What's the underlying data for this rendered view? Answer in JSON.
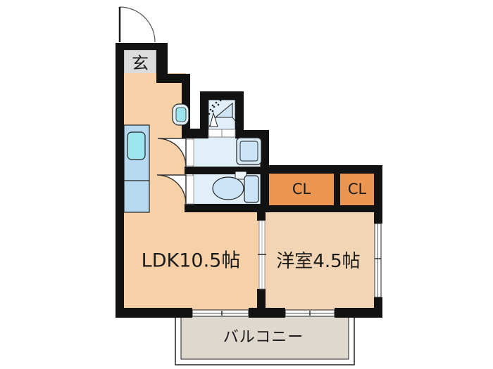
{
  "floorplan": {
    "entrance": {
      "label": "玄"
    },
    "ldk": {
      "label": "LDK10.5帖"
    },
    "western_room": {
      "label": "洋室4.5帖"
    },
    "closet_left": {
      "label": "CL"
    },
    "closet_right": {
      "label": "CL"
    },
    "balcony": {
      "label": "バルコニー"
    },
    "colors": {
      "wall": "#121212",
      "ldk_fill": "#f6d0a7",
      "western_room_fill": "#f2d5b4",
      "closet_fill": "#ea9552",
      "entrance_fill": "#dcdcdc",
      "balcony_fill": "#ded8cf",
      "wet_area_fill": "#e1eff9",
      "kitchen_counter_fill": "#b7daf0",
      "sink_fill": "#9de5ee",
      "fixture_fill": "#cbe4f7"
    }
  }
}
